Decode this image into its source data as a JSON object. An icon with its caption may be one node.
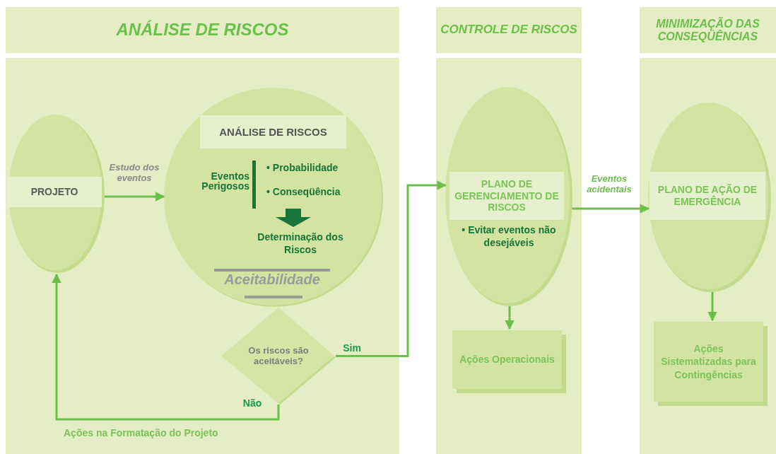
{
  "diagram": {
    "nodes": [
      {
        "text": [
          "ANÁLISE DE RISCOS"
        ]
      },
      {
        "text": [
          "PROJETO"
        ],
        "in": 0
      },
      {
        "text": [
          "ANÁLISE DE RISCOS",
          "Eventos Perigosos",
          "• Probabilidade",
          "• Conseqüência",
          "Determinação dos Riscos",
          "Aceitabilidade"
        ],
        "in": 0
      },
      {
        "text": [
          "Os riscos são aceitáveis?"
        ],
        "in": 0
      },
      {
        "text": [
          "CONTROLE DE RISCOS"
        ]
      },
      {
        "text": [
          "PLANO DE GERENCIAMENTO DE RISCOS",
          "• Evitar eventos não desejáveis"
        ],
        "in": 4
      },
      {
        "text": [
          "Ações Operacionais"
        ],
        "in": 4
      },
      {
        "text": [
          "MINIMIZAÇÃO DAS CONSEQÜÊNCIAS"
        ]
      },
      {
        "text": [
          "PLANO DE AÇÃO DE EMERGÊNCIA"
        ],
        "in": 7
      },
      {
        "text": [
          "Ações Sistematizadas para Contingências"
        ],
        "in": 7
      }
    ],
    "edges": [
      {
        "from": 1,
        "to": 2,
        "arrow": "to",
        "label": "Estudo dos eventos"
      },
      {
        "from": 3,
        "to": 1,
        "arrow": "to",
        "label": "Não"
      },
      {
        "from": 3,
        "to": 5,
        "arrow": "to",
        "label": "Sim"
      },
      {
        "from": 5,
        "to": 8,
        "arrow": "to",
        "label": "Eventos acidentais"
      },
      {
        "from": 5,
        "to": 6,
        "arrow": "to"
      },
      {
        "from": 8,
        "to": 9,
        "arrow": "to"
      }
    ],
    "labels": [
      "Ações na Formatação do Projeto"
    ]
  }
}
